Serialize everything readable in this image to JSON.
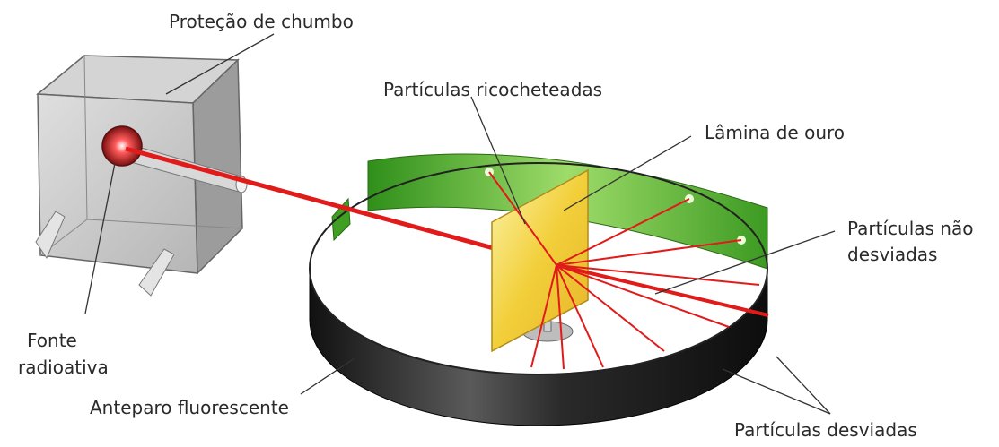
{
  "labels": {
    "lead_shield": "Proteção de chumbo",
    "scattered_back": "Partículas ricocheteadas",
    "gold_foil": "Lâmina de ouro",
    "undeflected_line1": "Partículas não",
    "undeflected_line2": "desviadas",
    "source_line1": "Fonte",
    "source_line2": "radioativa",
    "fluorescent_screen": "Anteparo fluorescente",
    "deflected": "Partículas desviadas"
  },
  "colors": {
    "beam": "#e11a1a",
    "screen_outer": "#1a1a1a",
    "screen_inner": "#4fae2a",
    "foil": "#f2d34a",
    "box": "#b9b9b9",
    "leader": "#333333"
  }
}
